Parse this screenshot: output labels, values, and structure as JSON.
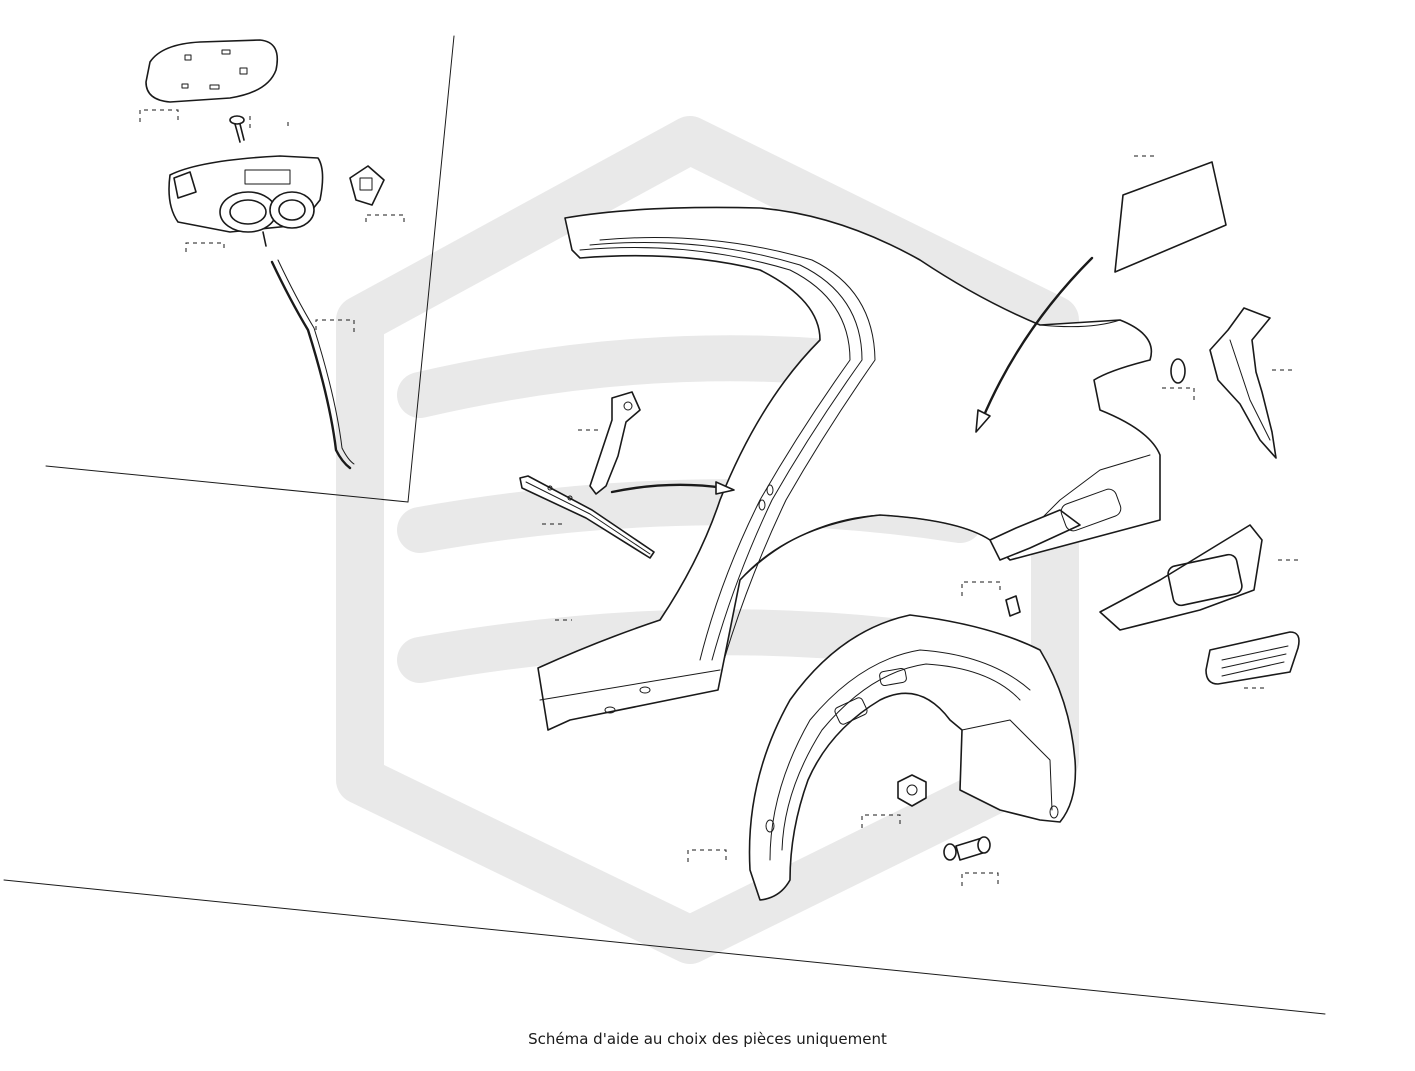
{
  "caption": "Schéma d'aide au choix des pièces uniquement",
  "colors": {
    "line": "#1a1a1a",
    "watermark": "#e9e9e9",
    "background": "#ffffff"
  },
  "parts": [
    "fuel-flap-cover",
    "fuel-flap-screw",
    "fuel-filler-housing",
    "fuel-flap-actuator",
    "drain-hose",
    "quarter-panel",
    "quarter-window-glass",
    "rear-arch-reinforcement",
    "inner-panel-bracket",
    "lower-sill-extension",
    "vent-grille",
    "wheel-arch-liner",
    "liner-nut",
    "liner-clip",
    "plug-sleeve",
    "roof-strip-bracket",
    "door-seal-strip"
  ]
}
